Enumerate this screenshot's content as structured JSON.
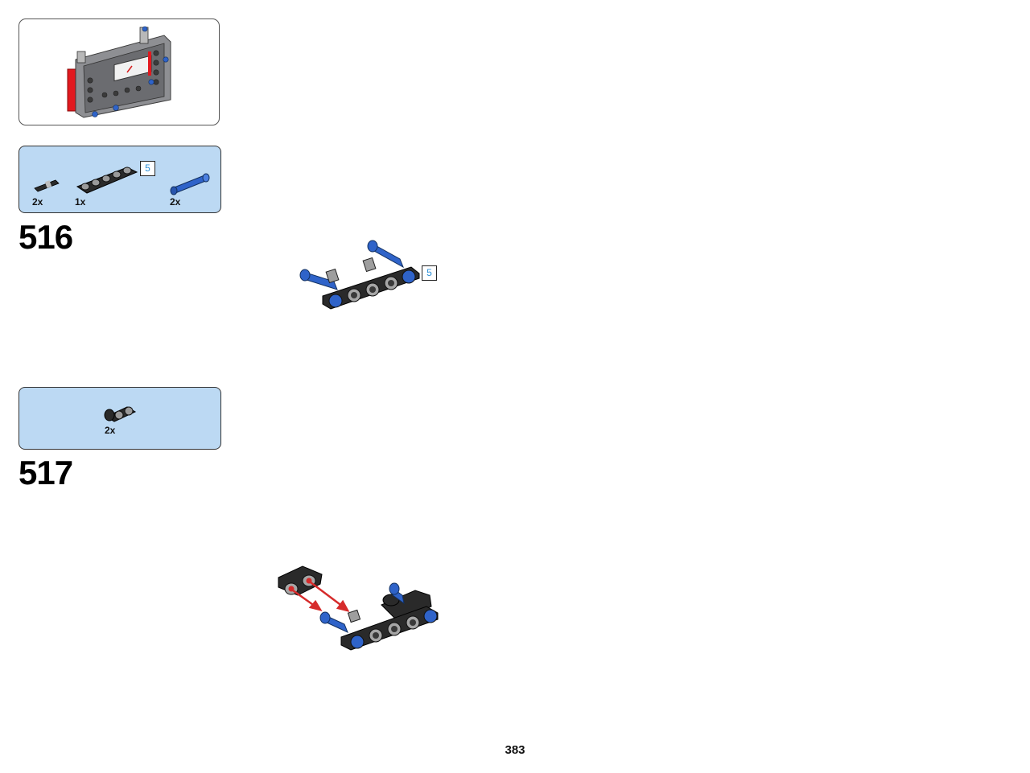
{
  "steps": [
    {
      "number": "516",
      "parts": [
        {
          "qty": "2x",
          "icon": "short-axle-connector"
        },
        {
          "qty": "1x",
          "icon": "beam-5"
        },
        {
          "qty": "2x",
          "icon": "blue-axle-pin"
        }
      ],
      "length_badge": "5",
      "assembly_badge": "5"
    },
    {
      "number": "517",
      "parts": [
        {
          "qty": "2x",
          "icon": "beam-2"
        }
      ]
    }
  ],
  "page_number": "383",
  "colors": {
    "parts_panel": "#bcd9f3",
    "beam": "#2a2a2a",
    "pin_blue": "#2f63c9",
    "frame_red": "#e2191f",
    "arrow_red": "#d62b2b",
    "badge_text": "#2a8fd8"
  }
}
